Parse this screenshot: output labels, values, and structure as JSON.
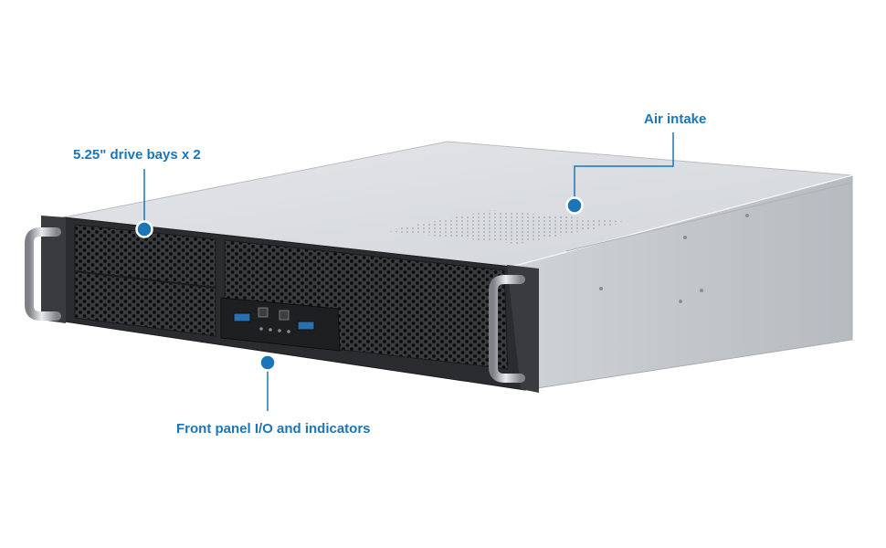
{
  "colors": {
    "accent": "#1a76b8",
    "chassis_top": "#dcdfe2",
    "chassis_side": "#c3c7cb",
    "front_panel": "#2b2c2f",
    "handle": "#b9bcc0"
  },
  "callouts": {
    "drive_bays": "5.25\" drive bays x 2",
    "air_intake": "Air intake",
    "front_panel": "Front panel I/O and indicators"
  },
  "icons": [
    "usb-port-icon",
    "power-button-icon",
    "reset-button-icon",
    "led-indicator-icon",
    "rack-handle-icon"
  ]
}
